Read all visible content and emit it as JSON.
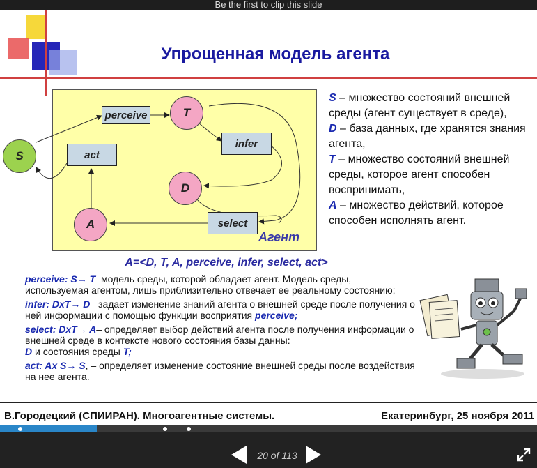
{
  "topbar": {
    "text": "Be the first to clip this slide"
  },
  "slide": {
    "title": "Упрощенная модель агента",
    "diagram": {
      "perceive": "perceive",
      "T": "T",
      "infer": "infer",
      "act": "act",
      "S": "S",
      "D": "D",
      "A": "A",
      "select": "select",
      "agent_label": "Агент"
    },
    "desc": [
      {
        "sym": "S",
        "text": " – множество состояний внешней среды (агент существует в среде),"
      },
      {
        "sym": "D",
        "text": " – база данных, где хранятся знания агента,"
      },
      {
        "sym": "T",
        "text": " – множество состояний внешней среды, которое агент способен воспринимать,"
      },
      {
        "sym": "A",
        "text": " – множество действий, которое способен исполнять агент."
      }
    ],
    "formula": "A=<D, T, A, perceive, infer, select, act>",
    "defs": [
      {
        "k": "perceive: S→ T",
        "text": "–модель среды, которой обладает агент. Модель среды, используемая агентом, лишь приблизительно отвечает ее реальному состоянию;",
        "k2": ""
      },
      {
        "k": "infer: DxT→ D",
        "text": "– задает изменение знаний агента о внешней среде после получения о ней информации с помощью функции восприятия ",
        "k2": "perceive;"
      },
      {
        "k": "select: DxT→ A",
        "text": "– определяет выбор действий агента после получения информации о внешней среде в контексте нового состояния базы данны:",
        "k2": ""
      },
      {
        "k": "act: Ax S→ S",
        "text": ", – определяет изменение состояние внешней среды после воздействия на нее агента.",
        "k2": ""
      }
    ],
    "def3_tail_k": "D",
    "def3_tail_text": " и состояния среды ",
    "def3_tail_k2": "T;",
    "footer_left": "В.Городецкий (СПИИРАН). Многоагентные системы.",
    "footer_right": "Екатеринбург, 25 ноября 2011"
  },
  "player": {
    "progress": 0.18,
    "pager": "20 of 113"
  },
  "colors": {
    "title": "#1a1aa0",
    "accent_line": "#d04040",
    "progress_fill": "#2a86c8"
  }
}
